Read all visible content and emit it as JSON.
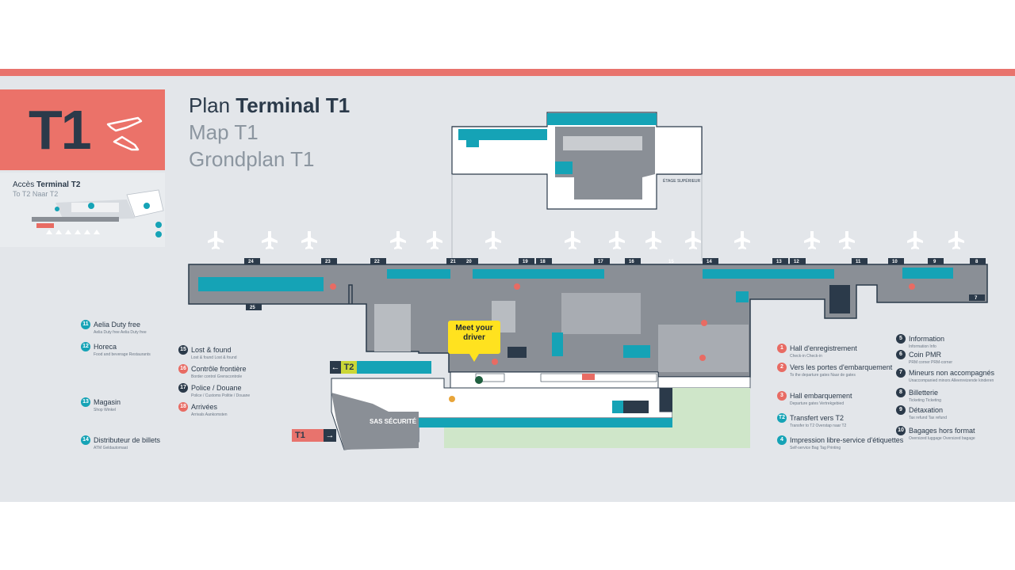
{
  "colors": {
    "accent_coral": "#eb7269",
    "navy": "#2b3a4a",
    "teal": "#15a3b6",
    "map_grey": "#8a8f96",
    "light_green": "#cfe6c9",
    "meet_yellow": "#ffe21f",
    "t2_lime": "#cbd736"
  },
  "badge": {
    "terminal": "T1",
    "icon": "departure-plane-icon"
  },
  "t2_access": {
    "title_prefix": "Accès ",
    "title_strong": "Terminal T2",
    "subtitle": "To T2 Naar T2"
  },
  "title": {
    "prefix": "Plan ",
    "strong": "Terminal T1",
    "line2": "Map T1",
    "line3": "Grondplan T1"
  },
  "map": {
    "meet_line1": "Meet your",
    "meet_line2": "driver",
    "sas_label": "SAS SÉCURITÉ",
    "t1_sign": "T1",
    "t2_sign": "T2",
    "etage_label": "ÉTAGE SUPÉRIEUR",
    "gates_top": [
      "24",
      "23",
      "22",
      "21",
      "20",
      "19",
      "18",
      "17",
      "16",
      "15",
      "14",
      "13",
      "12",
      "11",
      "10",
      "9",
      "8"
    ],
    "gate_bottom": "25",
    "gate_bottom_right": "7"
  },
  "legend_left": [
    {
      "num": "11",
      "label": "Aelia Duty free",
      "sub": "Aelia Duty free Aelia Duty free"
    },
    {
      "num": "12",
      "label": "Horeca",
      "sub": "Food and beverage Restaurants"
    },
    {
      "num": "13",
      "label": "Magasin",
      "sub": "Shop Winkel"
    },
    {
      "num": "14",
      "label": "Distributeur de billets",
      "sub": "ATM Geldautomaat"
    }
  ],
  "legend_mid": [
    {
      "num": "15",
      "label": "Lost & found",
      "sub": "Lost & found Lost & found"
    },
    {
      "num": "16",
      "label": "Contrôle frontière",
      "sub": "Border control Grenscontrole"
    },
    {
      "num": "17",
      "label": "Police / Douane",
      "sub": "Police / Customs Politie / Douane"
    },
    {
      "num": "18",
      "label": "Arrivées",
      "sub": "Arrivals Aankomsten"
    }
  ],
  "legend_right1": [
    {
      "num": "1",
      "label": "Hall d'enregistrement",
      "sub": "Check-in Check-in"
    },
    {
      "num": "2",
      "label": "Vers les portes d'embarquement",
      "sub": "To the departure gates Naar de gates"
    },
    {
      "num": "3",
      "label": "Hall embarquement",
      "sub": "Departure gates Vertrekgebied"
    },
    {
      "num": "T2",
      "label": "Transfert vers T2",
      "sub": "Transfer to T2 Overstap naar T2"
    },
    {
      "num": "4",
      "label": "Impression libre-service d'étiquettes",
      "sub": "Self-service Bag Tag Printing"
    }
  ],
  "legend_right2": [
    {
      "num": "5",
      "label": "Information",
      "sub": "Information Info"
    },
    {
      "num": "6",
      "label": "Coin PMR",
      "sub": "PRM corner PRM-corner"
    },
    {
      "num": "7",
      "label": "Mineurs non accompagnés",
      "sub": "Unaccompanied minors Alleenreizende kinderen"
    },
    {
      "num": "8",
      "label": "Billetterie",
      "sub": "Ticketing Ticketing"
    },
    {
      "num": "9",
      "label": "Détaxation",
      "sub": "Tax refund Tax refund"
    },
    {
      "num": "10",
      "label": "Bagages hors format",
      "sub": "Oversized luggage Oversized bagage"
    }
  ]
}
